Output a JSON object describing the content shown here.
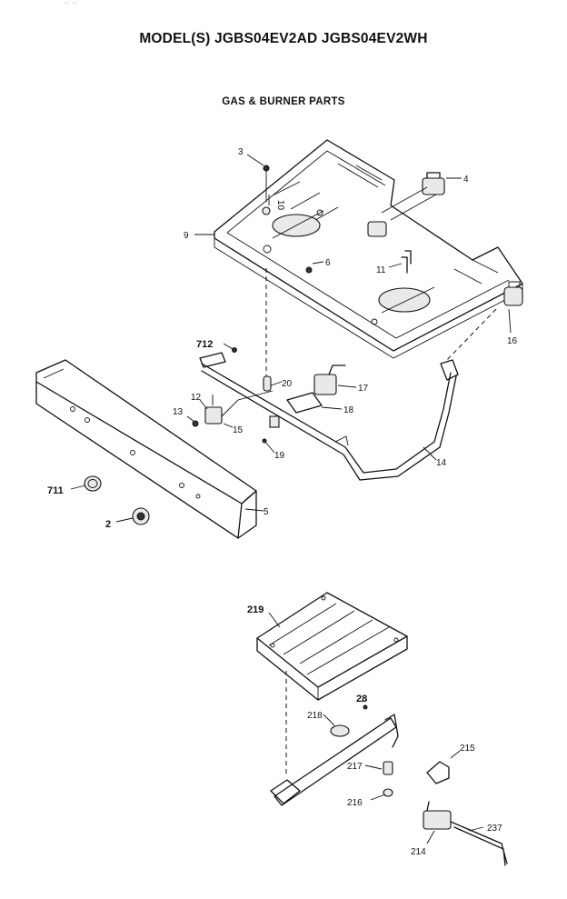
{
  "header": {
    "marks": "···  ···",
    "title": "MODEL(S) JGBS04EV2AD  JGBS04EV2WH",
    "subtitle": "GAS & BURNER PARTS"
  },
  "parts": {
    "p3": "3",
    "p10": "10",
    "p4": "4",
    "p9": "9",
    "p6": "6",
    "p11": "11",
    "p16": "16",
    "p712": "712",
    "p20": "20",
    "p17": "17",
    "p12": "12",
    "p13": "13",
    "p15": "15",
    "p18": "18",
    "p19": "19",
    "p14": "14",
    "p711": "711",
    "p2": "2",
    "p5": "5",
    "p219": "219",
    "p28": "28",
    "p218": "218",
    "p215": "215",
    "p217": "217",
    "p216": "216",
    "p237": "237",
    "p214": "214"
  }
}
